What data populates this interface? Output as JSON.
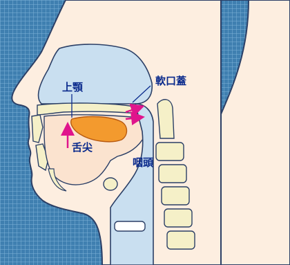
{
  "labels": {
    "upper_jaw": "上顎",
    "soft_palate": "軟口蓋",
    "tongue_tip": "舌尖",
    "pharynx": "咽頭"
  },
  "colors": {
    "background_grid": "#3f7fb0",
    "skin": "#fdeee0",
    "airway": "#c9dff0",
    "tongue_highlight": "#f39a2e",
    "arrow": "#e0148c",
    "label_text": "#0a2a8c"
  }
}
